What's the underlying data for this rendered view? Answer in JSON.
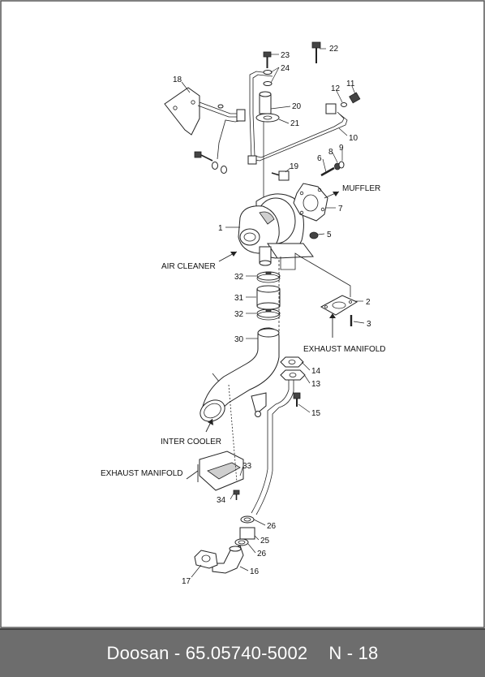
{
  "diagram": {
    "callouts": [
      "1",
      "2",
      "3",
      "5",
      "6",
      "7",
      "8",
      "9",
      "10",
      "11",
      "12",
      "13",
      "14",
      "15",
      "16",
      "17",
      "18",
      "19",
      "20",
      "21",
      "22",
      "23",
      "24",
      "25",
      "26",
      "26",
      "30",
      "31",
      "32",
      "32",
      "33",
      "34"
    ],
    "labels": {
      "muffler": "MUFFLER",
      "air_cleaner": "AIR CLEANER",
      "exhaust_manifold_right": "EXHAUST MANIFOLD",
      "inter_cooler": "INTER COOLER",
      "exhaust_manifold_left": "EXHAUST MANIFOLD"
    }
  },
  "footer": {
    "brand_part": "Doosan - 65.05740-5002",
    "page": "N - 18"
  }
}
